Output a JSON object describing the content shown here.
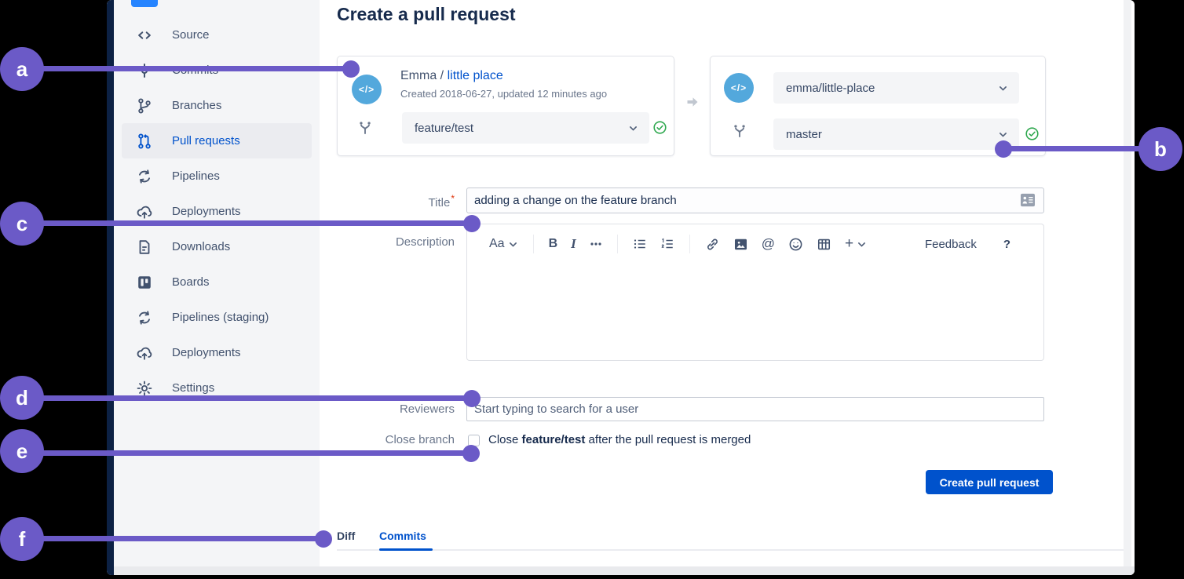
{
  "page": {
    "title": "Create a pull request"
  },
  "sidebar": {
    "items": [
      {
        "label": "Source",
        "icon": "code-icon",
        "selected": false
      },
      {
        "label": "Commits",
        "icon": "commit-icon",
        "selected": false
      },
      {
        "label": "Branches",
        "icon": "branch-icon",
        "selected": false
      },
      {
        "label": "Pull requests",
        "icon": "pull-request-icon",
        "selected": true
      },
      {
        "label": "Pipelines",
        "icon": "pipelines-icon",
        "selected": false
      },
      {
        "label": "Deployments",
        "icon": "deployment-icon",
        "selected": false
      },
      {
        "label": "Downloads",
        "icon": "downloads-icon",
        "selected": false
      },
      {
        "label": "Boards",
        "icon": "boards-icon",
        "selected": false
      },
      {
        "label": "Pipelines (staging)",
        "icon": "pipelines-icon",
        "selected": false
      },
      {
        "label": "Deployments",
        "icon": "deployment-icon",
        "selected": false
      },
      {
        "label": "Settings",
        "icon": "settings-icon",
        "selected": false
      }
    ]
  },
  "source_card": {
    "avatar_glyph": "</>",
    "owner": "Emma",
    "separator": " / ",
    "repo": "little place",
    "meta": "Created 2018-06-27, updated 12 minutes ago",
    "branch": "feature/test"
  },
  "destination_card": {
    "avatar_glyph": "</>",
    "repo": "emma/little-place",
    "branch": "master"
  },
  "form": {
    "title_label": "Title",
    "required_marker": "*",
    "title_value": "adding a change on the feature branch",
    "description_label": "Description",
    "toolbar": {
      "text_style_label": "Aa",
      "bold_label": "B",
      "italic_label": "I",
      "mention_label": "@",
      "plus_label": "+",
      "feedback_label": "Feedback",
      "help_label": "?"
    },
    "reviewers_label": "Reviewers",
    "reviewers_placeholder": "Start typing to search for a user",
    "close_branch_label": "Close branch",
    "close_branch_prefix": "Close ",
    "close_branch_branch": "feature/test",
    "close_branch_suffix": " after the pull request is merged",
    "submit_label": "Create pull request"
  },
  "tabs": [
    {
      "label": "Diff",
      "selected": false
    },
    {
      "label": "Commits",
      "selected": true
    }
  ],
  "annotations": {
    "color": "#6B5AC7",
    "items": [
      {
        "label": "a"
      },
      {
        "label": "b"
      },
      {
        "label": "c"
      },
      {
        "label": "d"
      },
      {
        "label": "e"
      },
      {
        "label": "f"
      }
    ]
  },
  "colors": {
    "accent_blue": "#0052CC",
    "success_green": "#2FA84F",
    "avatar_blue": "#53A8DC",
    "sidebar_bg": "#F4F5F7",
    "annotation_purple": "#6B5AC7"
  }
}
